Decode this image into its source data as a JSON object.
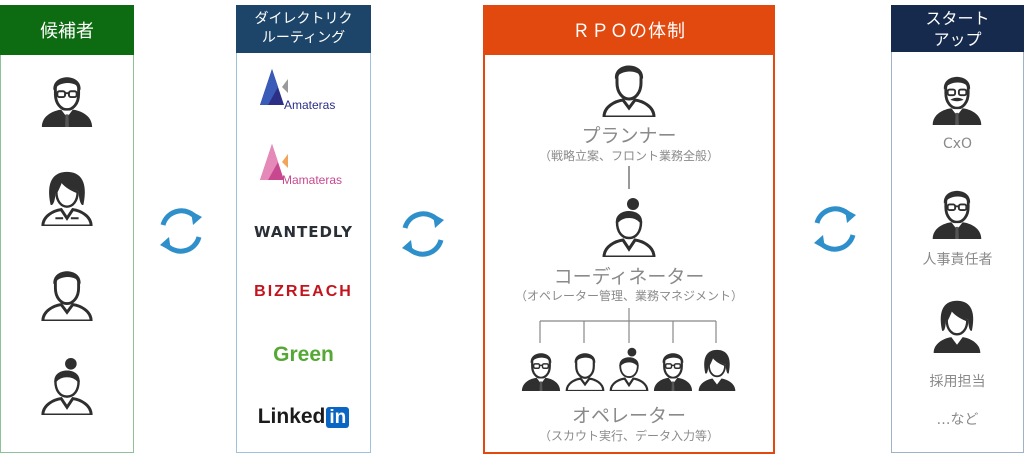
{
  "columns": {
    "candidates": {
      "title": "候補者"
    },
    "direct": {
      "title_line1": "ダイレクトリク",
      "title_line2": "ルーティング"
    },
    "rpo": {
      "title": "ＲＰＯの体制",
      "planner": {
        "title": "プランナー",
        "desc": "（戦略立案、フロント業務全般）"
      },
      "coordinator": {
        "title": "コーディネーター",
        "desc": "（オペレーター管理、業務マネジメント）"
      },
      "operator": {
        "title": "オペレーター",
        "desc": "（スカウト実行、データ入力等）"
      }
    },
    "startup": {
      "title_line1": "スタート",
      "title_line2": "アップ",
      "roles": [
        "CxO",
        "人事責任者",
        "採用担当",
        "…など"
      ]
    }
  },
  "logos": {
    "amateras": "Amateras",
    "mamateras": "Mamateras",
    "wantedly": "WANTEDLY",
    "bizreach": "BIZREACH",
    "green": "Green",
    "linkedin_text": "Linked",
    "linkedin_box": "in"
  },
  "colors": {
    "green": "#0d6b12",
    "navy": "#1d4569",
    "orange": "#e2490f",
    "dark_navy": "#162a4d",
    "arrow_blue": "#2e8fcb",
    "person_dark": "#2f2f2f"
  },
  "icons": [
    "cycle-arrows-icon",
    "person-male-icon",
    "person-female-icon"
  ]
}
